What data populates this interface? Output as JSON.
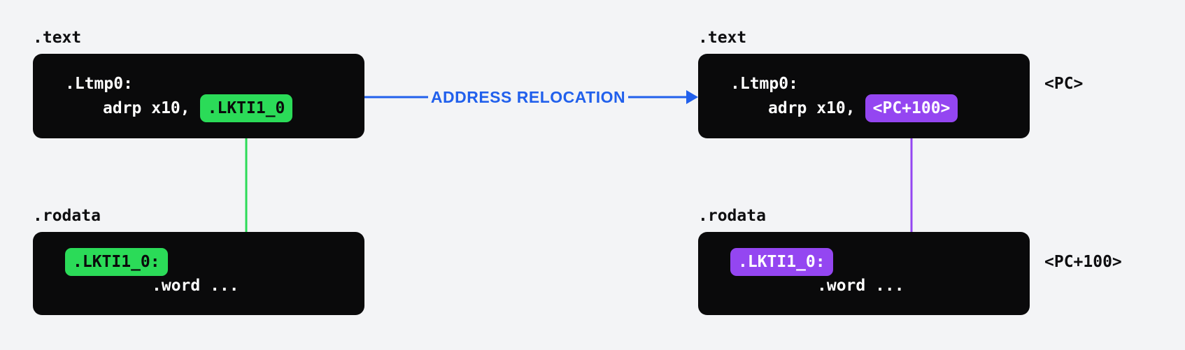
{
  "relocation": {
    "label": "ADDRESS RELOCATION"
  },
  "annotations": {
    "pc": "<PC>",
    "pc_plus_100": "<PC+100>"
  },
  "before": {
    "text": {
      "label": ".text",
      "line1": ".Ltmp0:",
      "line2_prefix": "adrp x10,",
      "operand": ".LKTI1_0"
    },
    "rodata": {
      "label": ".rodata",
      "symbol": ".LKTI1_0:",
      "word_line": ".word ..."
    }
  },
  "after": {
    "text": {
      "label": ".text",
      "line1": ".Ltmp0:",
      "line2_prefix": "adrp x10,",
      "operand": "<PC+100>"
    },
    "rodata": {
      "label": ".rodata",
      "symbol": ".LKTI1_0:",
      "word_line": ".word ..."
    }
  },
  "colors": {
    "background": "#f3f4f6",
    "block": "#0a0a0b",
    "code_text": "#ffffff",
    "label_text": "#0e0e10",
    "accent_green": "#2bdb58",
    "accent_purple": "#9446f1",
    "accent_blue": "#2160ec"
  }
}
